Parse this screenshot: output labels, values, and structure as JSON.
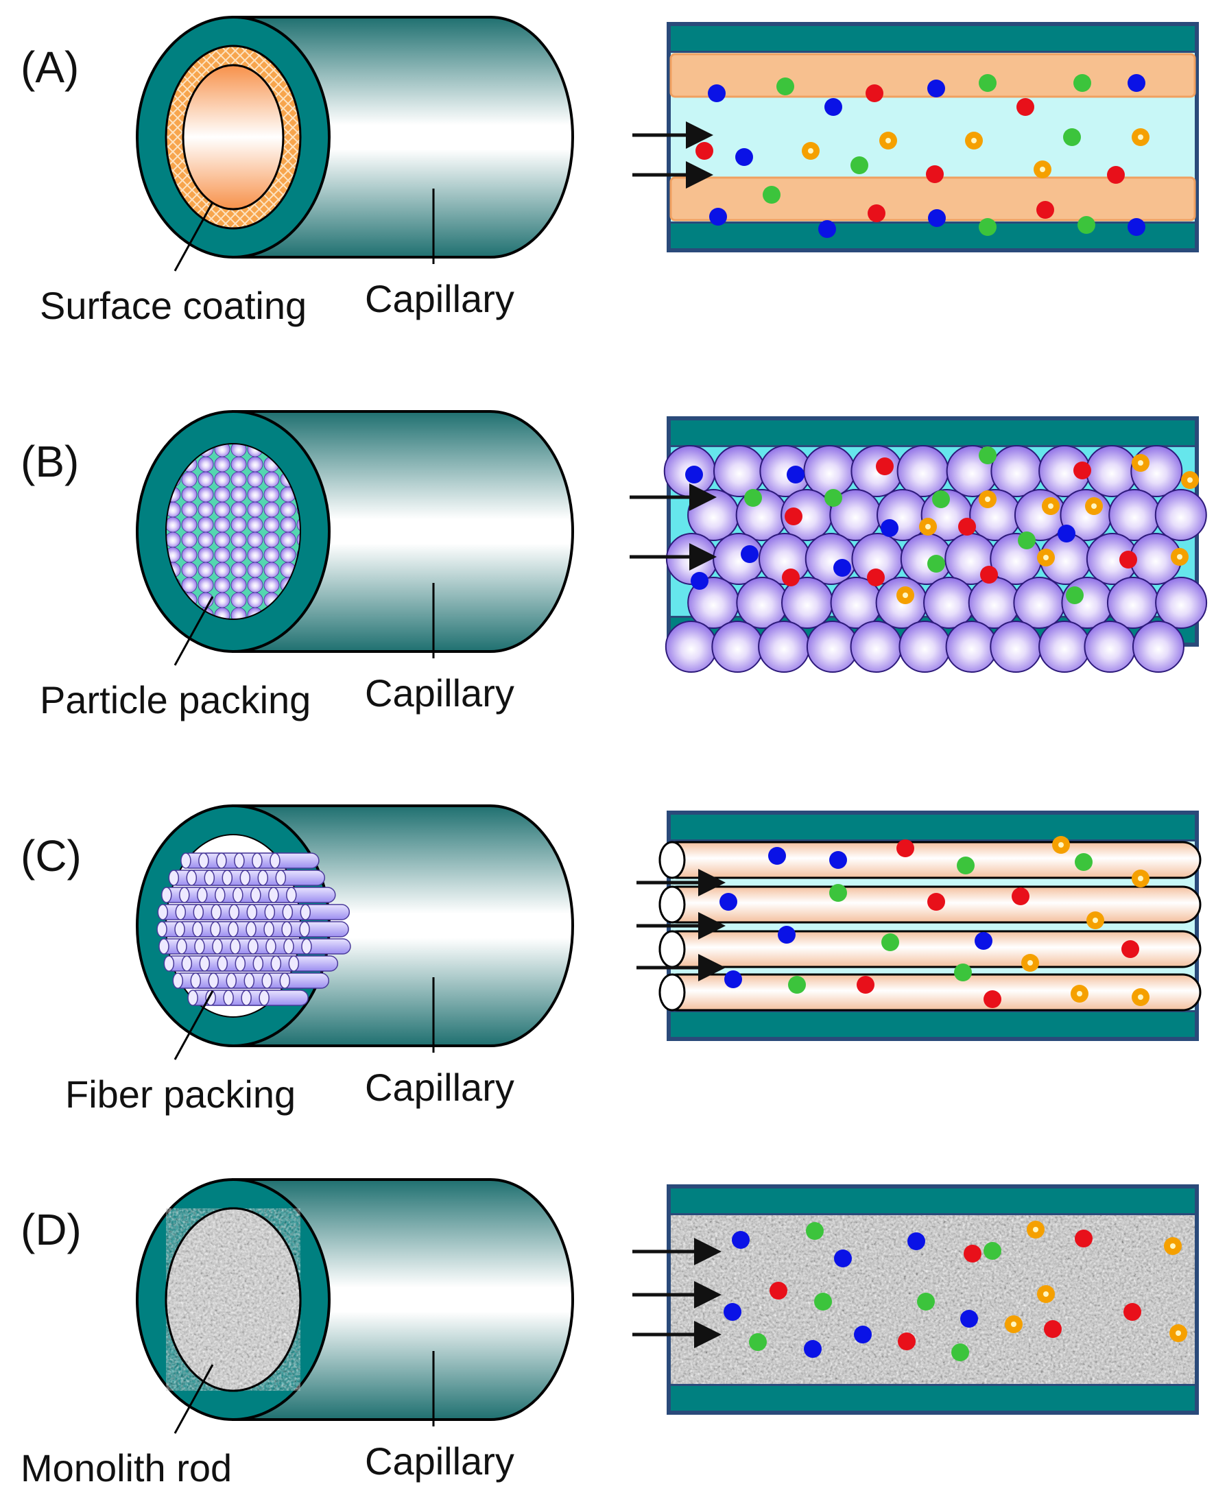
{
  "panels": [
    {
      "letter": "(A)",
      "inner_label": "Surface coating",
      "outer_label": "Capillary",
      "kind": "coating"
    },
    {
      "letter": "(B)",
      "inner_label": "Particle packing",
      "outer_label": "Capillary",
      "kind": "particle"
    },
    {
      "letter": "(C)",
      "inner_label": "Fiber packing",
      "outer_label": "Capillary",
      "kind": "fiber"
    },
    {
      "letter": "(D)",
      "inner_label": "Monolith rod",
      "outer_label": "Capillary",
      "kind": "monolith"
    }
  ],
  "colors": {
    "capillary_wall": "#008080",
    "capillary_outline": "#2a4a7a",
    "coating": "#f7c08f",
    "mobile_phase": "#c8f7f7",
    "particle_bg": "#66e6ec",
    "particle": "#a58ef0",
    "fiber": "#fbe3cf",
    "dot_blue": "#0a12e6",
    "dot_red": "#e8101a",
    "dot_green": "#3cc43c",
    "dot_orange": "#f5a000"
  }
}
